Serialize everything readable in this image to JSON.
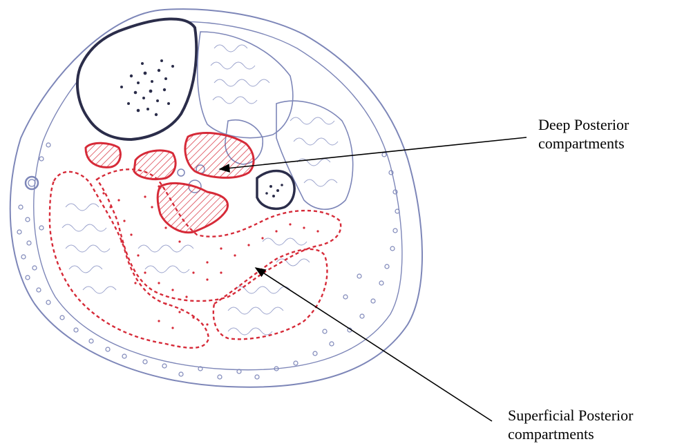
{
  "labels": {
    "deep": {
      "line1": "Deep Posterior",
      "line2": "compartments"
    },
    "superficial": {
      "line1": "Superficial Posterior",
      "line2": "compartments"
    }
  },
  "colors": {
    "pencil": "#7d86b8",
    "dark_outline": "#2b2d4a",
    "red": "#d62a38",
    "arrow": "#000000",
    "background": "#ffffff"
  }
}
